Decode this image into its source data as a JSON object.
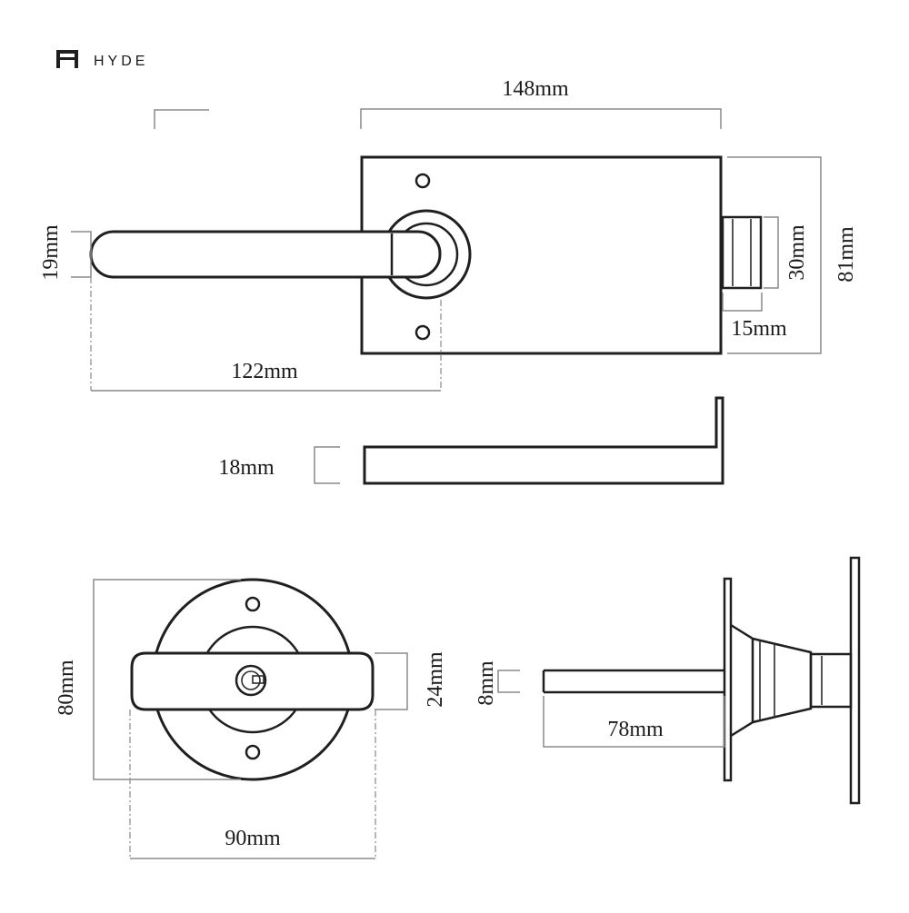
{
  "brand": {
    "name": "HYDE",
    "logo_icon": "hyde-logo-icon"
  },
  "dimensions": {
    "plate_width": "148mm",
    "plate_height": "81mm",
    "lever_thickness": "19mm",
    "lever_length": "122mm",
    "latch_height": "30mm",
    "latch_depth": "15mm",
    "side_thickness": "18mm",
    "rose_height": "80mm",
    "turn_height": "24mm",
    "turn_width": "90mm",
    "spindle_diameter": "8mm",
    "spindle_length": "78mm"
  },
  "colors": {
    "line": "#1f1f1f",
    "dimension": "#8a8a8a",
    "background": "#ffffff"
  }
}
